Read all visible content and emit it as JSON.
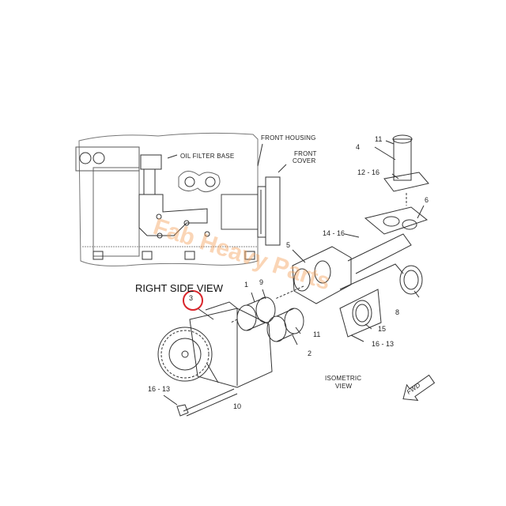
{
  "diagram": {
    "views": {
      "right_side": "RIGHT SIDE VIEW",
      "isometric_line1": "ISOMETRIC",
      "isometric_line2": "VIEW"
    },
    "callouts": {
      "oil_filter_base": "OIL FILTER BASE",
      "front_housing": "FRONT HOUSING",
      "front_cover_line1": "FRONT",
      "front_cover_line2": "COVER"
    },
    "part_numbers": {
      "p1": "1",
      "p2": "2",
      "p3": "3",
      "p4": "4",
      "p5": "5",
      "p6": "6",
      "p8": "8",
      "p9": "9",
      "p10": "10",
      "p11_top": "11",
      "p11_mid": "11",
      "p12_16": "12 - 16",
      "p14_16": "14 - 16",
      "p15": "15",
      "p16_13_right": "16 - 13",
      "p16_13_left": "16 - 13"
    },
    "direction_arrow": "FWD",
    "highlight_color": "#d9262c",
    "watermark": "Fab Heavy Parts",
    "watermark_color": "#f4a460"
  }
}
